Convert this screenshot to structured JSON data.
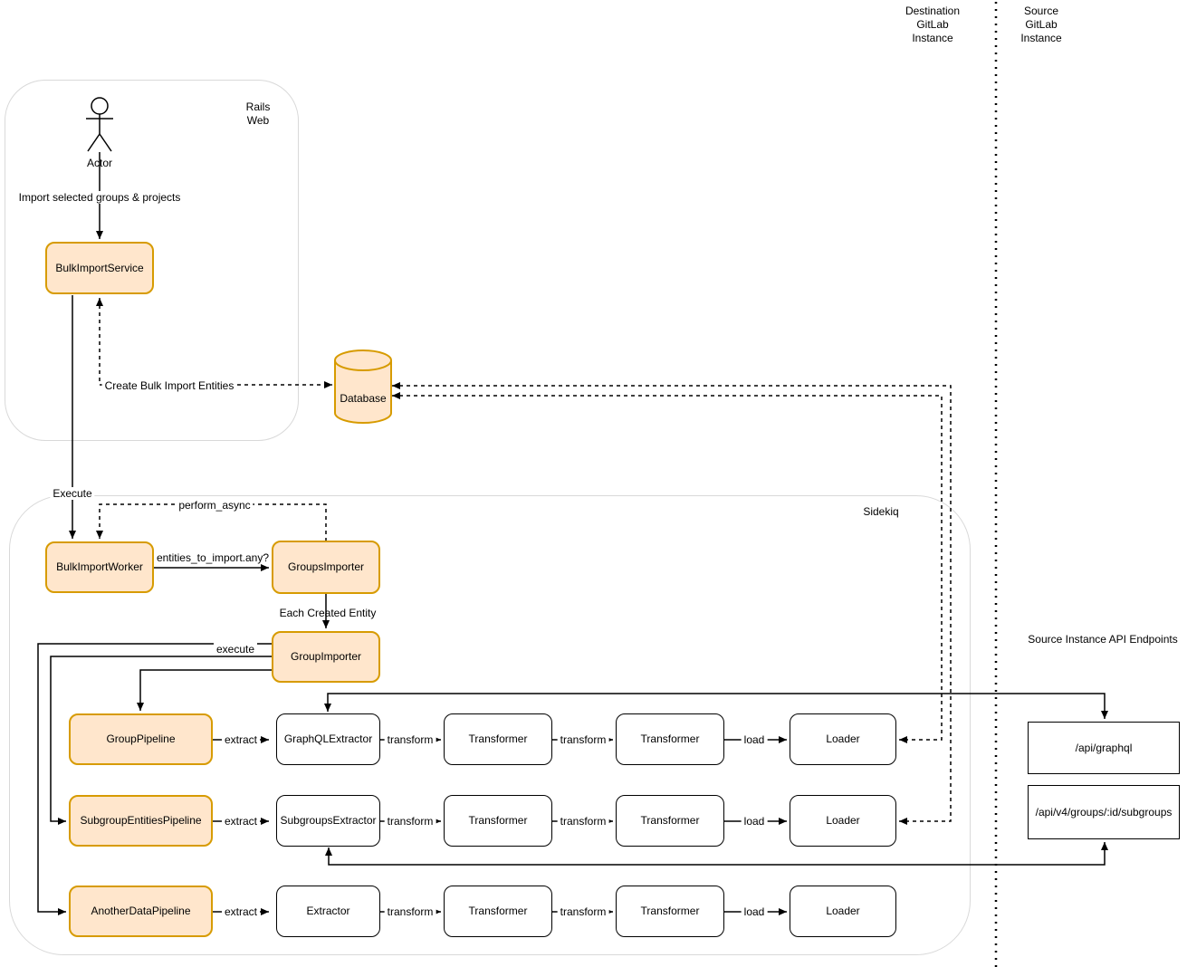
{
  "colors": {
    "node_fill": "#FFE6CC",
    "node_stroke": "#D79B00",
    "box_stroke": "#000000",
    "container_stroke": "#D9D9D9",
    "line": "#000000"
  },
  "lanes": {
    "destination": "Destination\nGitLab\nInstance",
    "source": "Source\nGitLab\nInstance"
  },
  "containers": {
    "rails_web": "Rails\nWeb",
    "sidekiq": "Sidekiq"
  },
  "actor_label": "Actor",
  "api_section": {
    "title": "Source Instance API Endpoints",
    "graphql": "/api/graphql",
    "subgroups": "/api/v4/groups/:id/subgroups"
  },
  "nodes": {
    "bulk_import_service": "BulkImportService",
    "database": "Database",
    "bulk_import_worker": "BulkImportWorker",
    "groups_importer": "GroupsImporter",
    "group_importer": "GroupImporter",
    "group_pipeline": "GroupPipeline",
    "subgroup_entities_pipeline": "SubgroupEntitiesPipeline",
    "another_data_pipeline": "AnotherDataPipeline",
    "graphql_extractor": "GraphQLExtractor",
    "subgroups_extractor": "SubgroupsExtractor",
    "extractor": "Extractor",
    "transformer": "Transformer",
    "loader": "Loader"
  },
  "edge_labels": {
    "import_selected": "Import selected groups & projects",
    "create_entities": "Create Bulk Import Entities",
    "execute_top": "Execute",
    "perform_async": "perform_async",
    "entities_any": "entities_to_import.any?",
    "each_created_entity": "Each Created Entity",
    "execute_pipelines": "execute",
    "extract": "extract",
    "transform": "transform",
    "load": "load"
  }
}
